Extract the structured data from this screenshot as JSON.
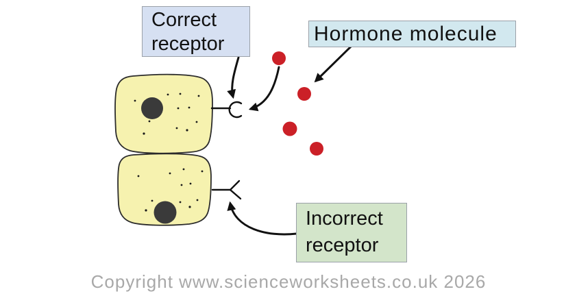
{
  "labels": {
    "correct_receptor": {
      "line1": "Correct",
      "line2": "receptor"
    },
    "hormone_molecule": {
      "text": "Hormone molecule"
    },
    "incorrect_receptor": {
      "line1": "Incorrect",
      "line2": "receptor"
    }
  },
  "footer": {
    "copyright": "Copyright www.scienceworksheets.co.uk 2026",
    "text_color": "#a8a8a8"
  },
  "diagram": {
    "cell_count": 2,
    "hormone_molecule_count": 4
  },
  "colors": {
    "cell_fill": "#f6f2af",
    "cell_outline": "#2b2b2b",
    "nucleus": "#3a3a3a",
    "speckle": "#1a1a1a",
    "hormone_red": "#cb2027",
    "arrow_black": "#111111",
    "correct_label_bg": "#d6e0f2",
    "hormone_label_bg": "#d2e8ef",
    "incorrect_label_bg": "#d3e5ca",
    "label_border": "#9aa0a8"
  }
}
